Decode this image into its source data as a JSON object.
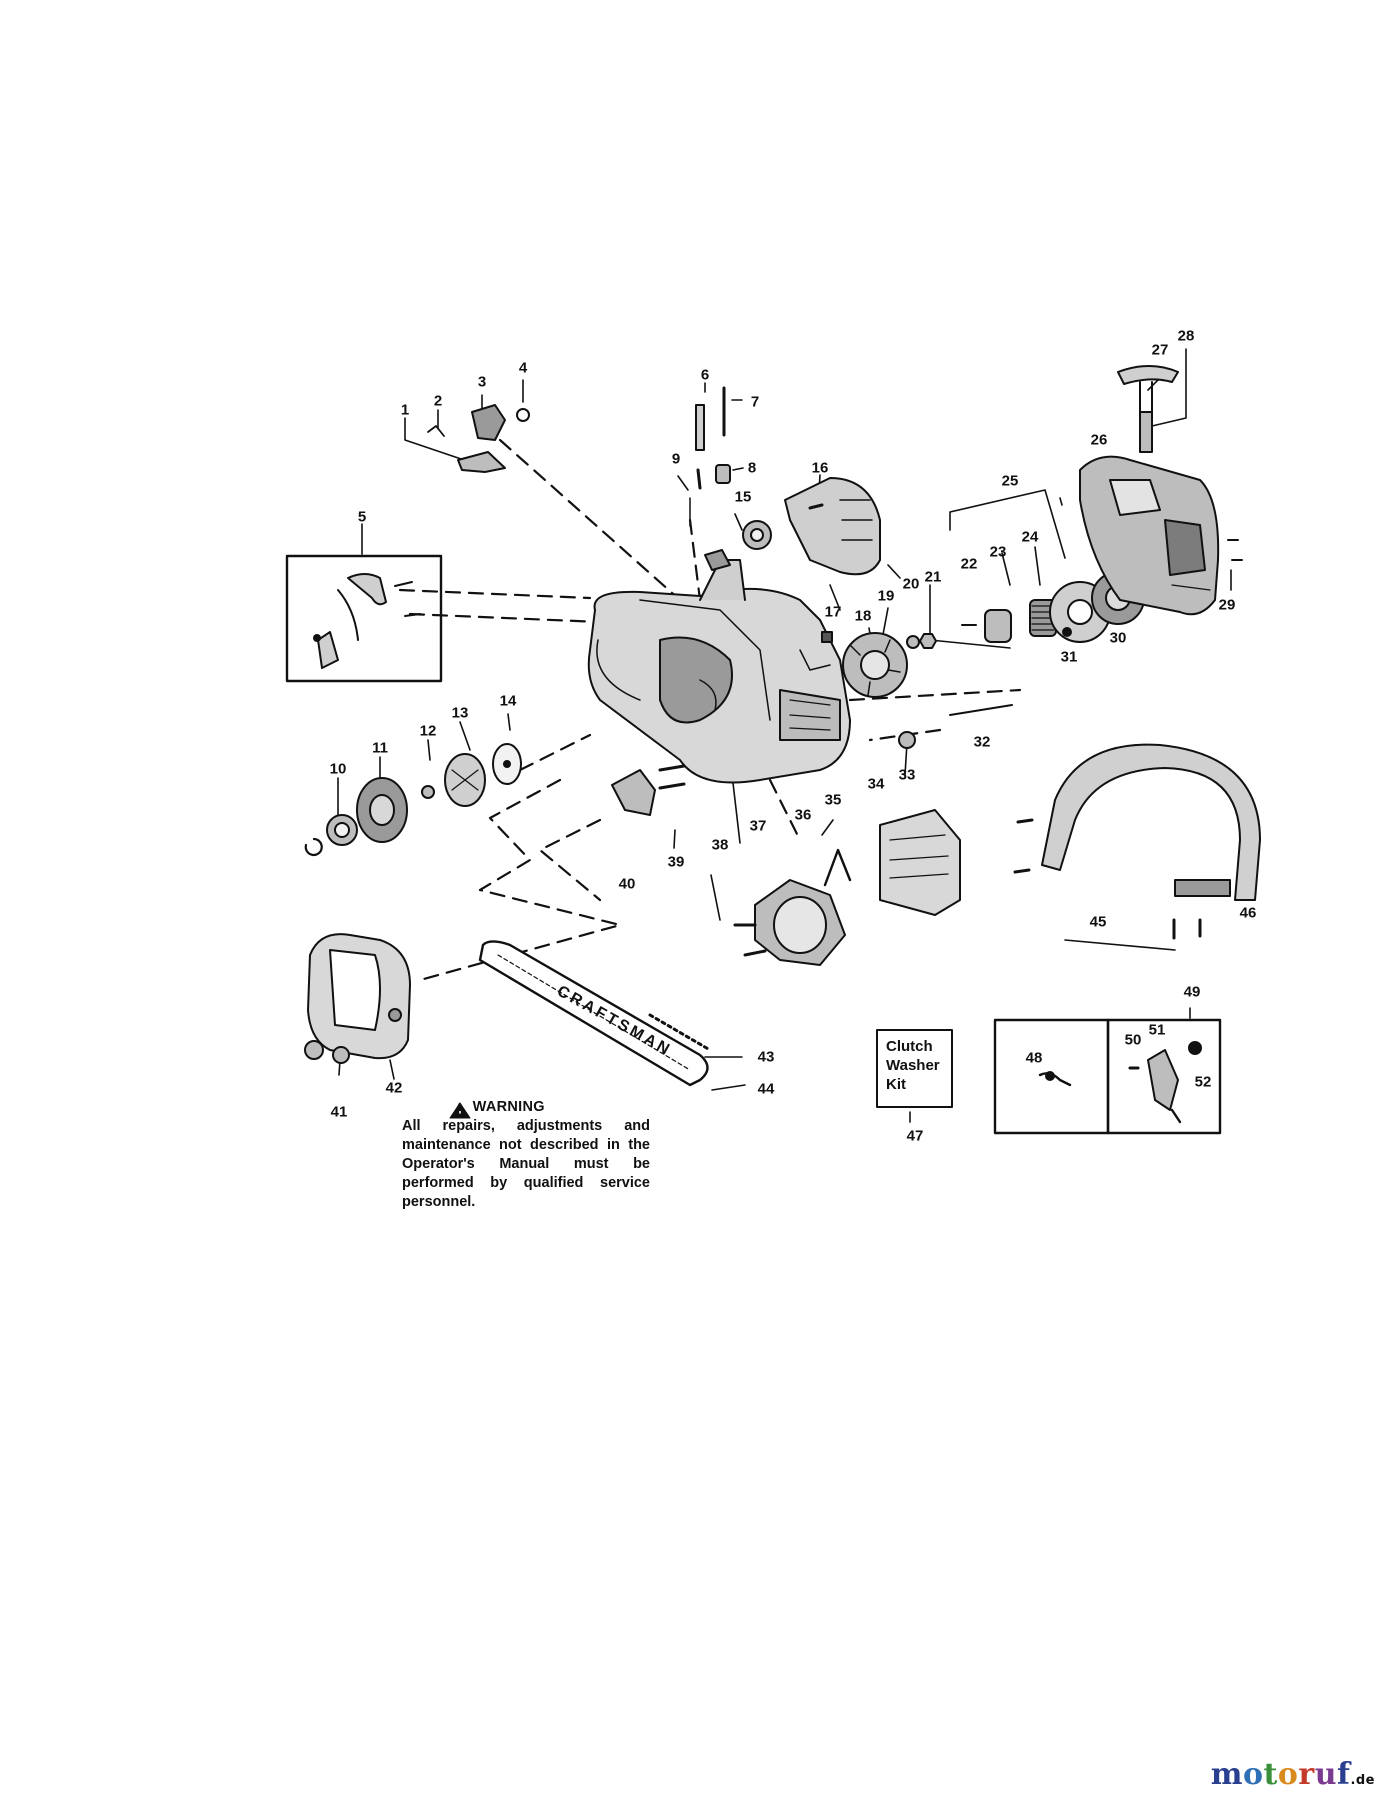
{
  "diagram": {
    "part_numbers": [
      "1",
      "2",
      "3",
      "4",
      "5",
      "6",
      "7",
      "8",
      "9",
      "10",
      "11",
      "12",
      "13",
      "14",
      "15",
      "16",
      "17",
      "18",
      "19",
      "20",
      "21",
      "22",
      "23",
      "24",
      "25",
      "26",
      "27",
      "28",
      "29",
      "30",
      "31",
      "32",
      "33",
      "34",
      "35",
      "36",
      "37",
      "38",
      "39",
      "40",
      "41",
      "42",
      "43",
      "44",
      "45",
      "46",
      "47",
      "48",
      "49",
      "50",
      "51",
      "52"
    ],
    "bar_brand_text": "CRAFTSMAN",
    "kit_box_label": "Clutch Washer Kit",
    "warning": {
      "title": "WARNING",
      "text": "All repairs, adjustments and maintenance not described in the Operator's Manual must be performed by qualified service personnel."
    }
  },
  "watermark": {
    "logo_text": "motoruf",
    "tld_text": ".de",
    "colors": {
      "m": "#2a3f8f",
      "o1": "#2e6fb5",
      "t": "#3a8f3a",
      "o2": "#d98a1c",
      "r": "#c43a2a",
      "u": "#7a3a8f",
      "f": "#2a3f8f"
    }
  }
}
